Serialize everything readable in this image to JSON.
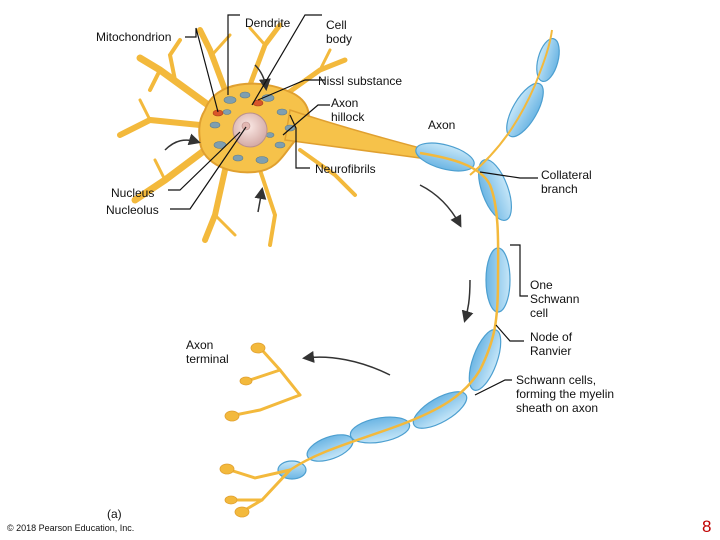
{
  "labels": {
    "mitochondrion": "Mitochondrion",
    "dendrite": "Dendrite",
    "cell_body": "Cell\nbody",
    "nissl_substance": "Nissl substance",
    "axon_hillock": "Axon\nhillock",
    "axon": "Axon",
    "neurofibrils": "Neurofibrils",
    "nucleus": "Nucleus",
    "nucleolus": "Nucleolus",
    "collateral_branch": "Collateral\nbranch",
    "one_schwann_cell": "One\nSchwann\ncell",
    "axon_terminal": "Axon\nterminal",
    "node_of_ranvier": "Node of\nRanvier",
    "schwann_cells_myelin": "Schwann cells,\nforming the myelin\nsheath on axon"
  },
  "panel_label": "(a)",
  "copyright": "© 2018 Pearson Education, Inc.",
  "slide_number": "8",
  "colors": {
    "cell_body": "#f6c24a",
    "cell_outline": "#e0a030",
    "schwann_cell": "#8ecbef",
    "schwann_outline": "#4c9fd0",
    "nucleus": "#e6c6c2",
    "mitochondria": "#d9562a",
    "nissl": "#7f9fb0",
    "arrow": "#333333",
    "slide_number": "#c00000"
  }
}
